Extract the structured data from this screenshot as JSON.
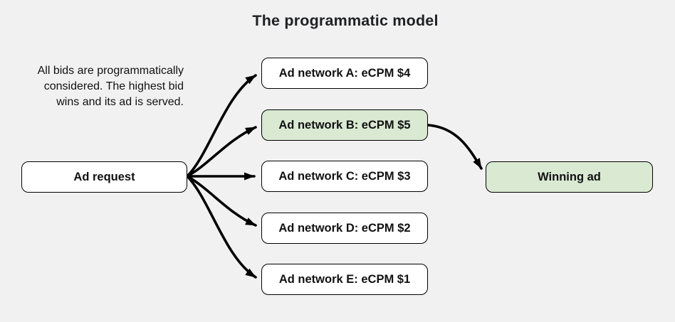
{
  "title": "The programmatic model",
  "annotation": {
    "lines": [
      "All bids are programmatically",
      "considered. The highest bid",
      "wins and its ad is served."
    ]
  },
  "diagram": {
    "source": {
      "label": "Ad request"
    },
    "networks": [
      {
        "label": "Ad network A: eCPM $4",
        "highlighted": false
      },
      {
        "label": "Ad network B: eCPM $5",
        "highlighted": true
      },
      {
        "label": "Ad network C: eCPM $3",
        "highlighted": false
      },
      {
        "label": "Ad network D: eCPM $2",
        "highlighted": false
      },
      {
        "label": "Ad network E: eCPM $1",
        "highlighted": false
      }
    ],
    "result": {
      "label": "Winning ad"
    }
  },
  "colors": {
    "background": "#f1f1f2",
    "box_fill": "#ffffff",
    "highlight_fill": "#d9e9d2",
    "border": "#000000",
    "text": "#111111",
    "title": "#202124",
    "arrow": "#000000"
  }
}
